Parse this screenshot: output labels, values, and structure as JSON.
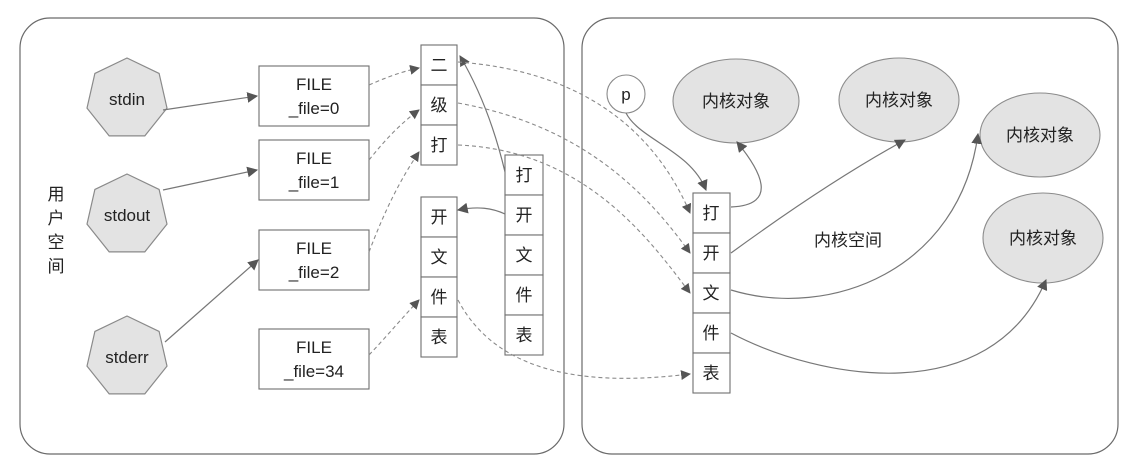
{
  "user_space": {
    "label": "用户空间",
    "streams": [
      {
        "id": "stdin",
        "name": "stdin"
      },
      {
        "id": "stdout",
        "name": "stdout"
      },
      {
        "id": "stderr",
        "name": "stderr"
      }
    ],
    "file_structs": [
      {
        "id": "file0",
        "line1": "FILE",
        "line2": "_file=0"
      },
      {
        "id": "file1",
        "line1": "FILE",
        "line2": "_file=1"
      },
      {
        "id": "file2",
        "line1": "FILE",
        "line2": "_file=2"
      },
      {
        "id": "file34",
        "line1": "FILE",
        "line2": "_file=34"
      }
    ],
    "secondary_table": {
      "top_cells": [
        "二",
        "级",
        "打"
      ],
      "bottom_cells": [
        "开",
        "文",
        "件",
        "表"
      ]
    },
    "open_file_table": [
      "打",
      "开",
      "文",
      "件",
      "表"
    ]
  },
  "kernel_space": {
    "label": "内核空间",
    "pointer": "p",
    "kernel_table": [
      "打",
      "开",
      "文",
      "件",
      "表"
    ],
    "kernel_objects": [
      {
        "id": "obj1",
        "label": "内核对象"
      },
      {
        "id": "obj2",
        "label": "内核对象"
      },
      {
        "id": "obj3",
        "label": "内核对象"
      },
      {
        "id": "obj4",
        "label": "内核对象"
      }
    ]
  },
  "colors": {
    "border": "#6a6a6a",
    "shape_fill": "#e3e3e3",
    "arrow": "#777777"
  }
}
